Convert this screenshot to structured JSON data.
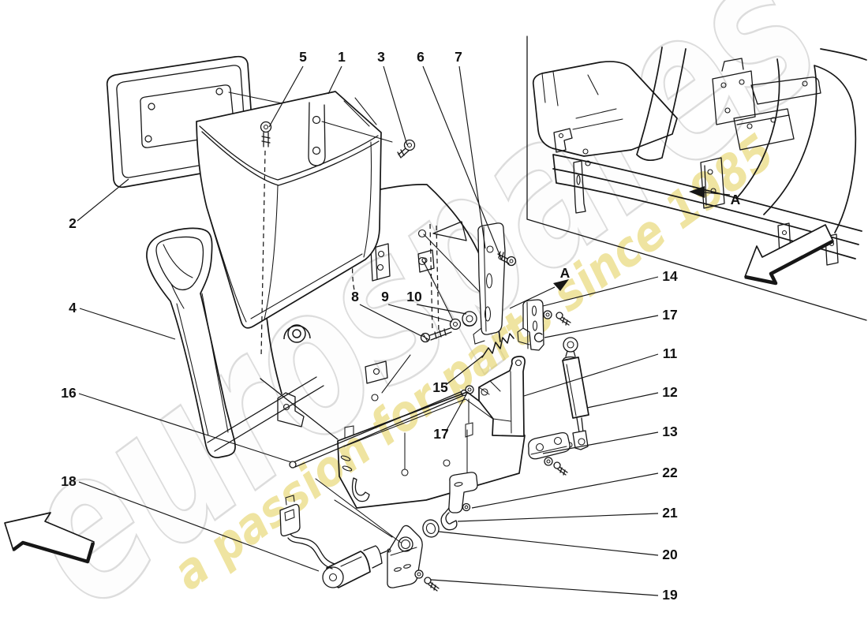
{
  "page": {
    "background": "#ffffff",
    "ink": "#161616"
  },
  "watermark": {
    "brand": "eurospares",
    "tagline": "a passion for parts since 1985",
    "brand_outline": "#cdcdcd",
    "brand_fill": "#fafafa",
    "tagline_color": "#e2cf55"
  },
  "view_labels": {
    "inset": "A",
    "main": "A"
  },
  "callouts": {
    "c1": "1",
    "c2": "2",
    "c3": "3",
    "c4": "4",
    "c5": "5",
    "c6": "6",
    "c7": "7",
    "c8": "8",
    "c9": "9",
    "c10": "10",
    "c11": "11",
    "c12": "12",
    "c13": "13",
    "c14": "14",
    "c15": "15",
    "c16": "16",
    "c17a": "17",
    "c17b": "17",
    "c18": "18",
    "c19": "19",
    "c20": "20",
    "c21": "21",
    "c22": "22"
  }
}
